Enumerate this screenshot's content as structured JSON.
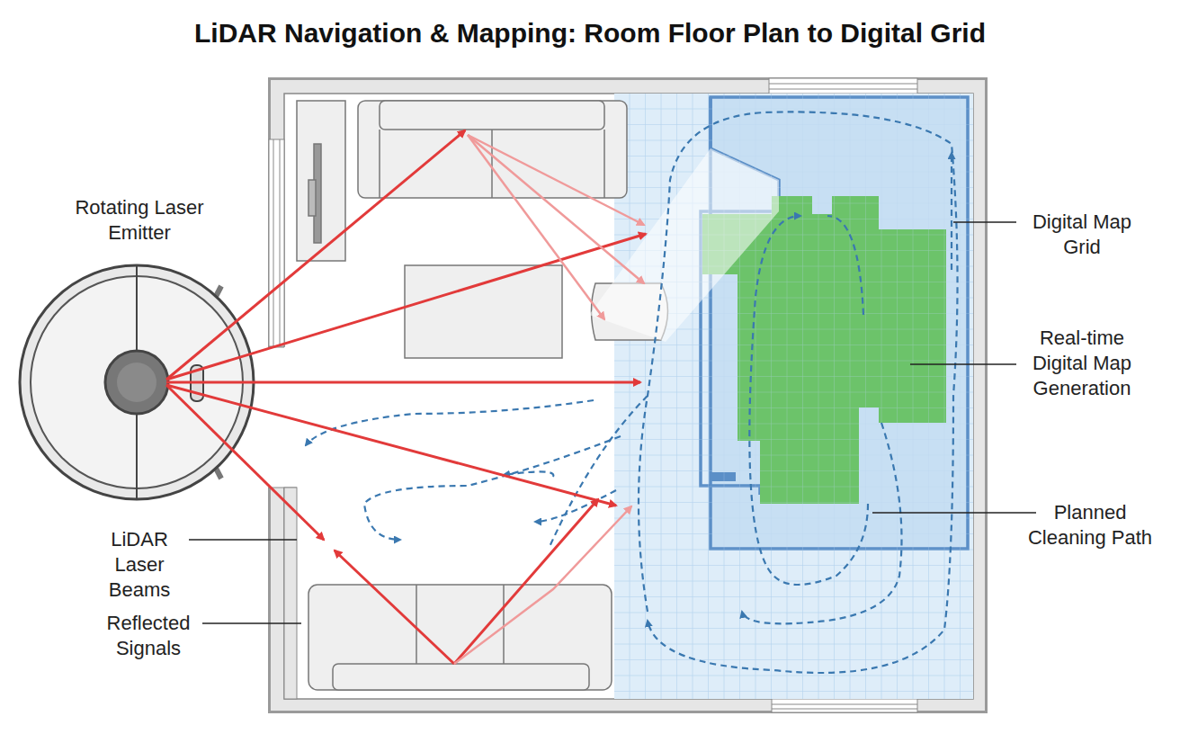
{
  "diagram": {
    "title": "LiDAR Navigation & Mapping: Room Floor Plan to Digital Grid",
    "labels": [
      "Rotating Laser Emitter",
      "LiDAR Laser Beams",
      "Reflected Signals",
      "Digital Map Grid",
      "Real-time Digital Map Generation",
      "Planned Cleaning Path"
    ]
  }
}
